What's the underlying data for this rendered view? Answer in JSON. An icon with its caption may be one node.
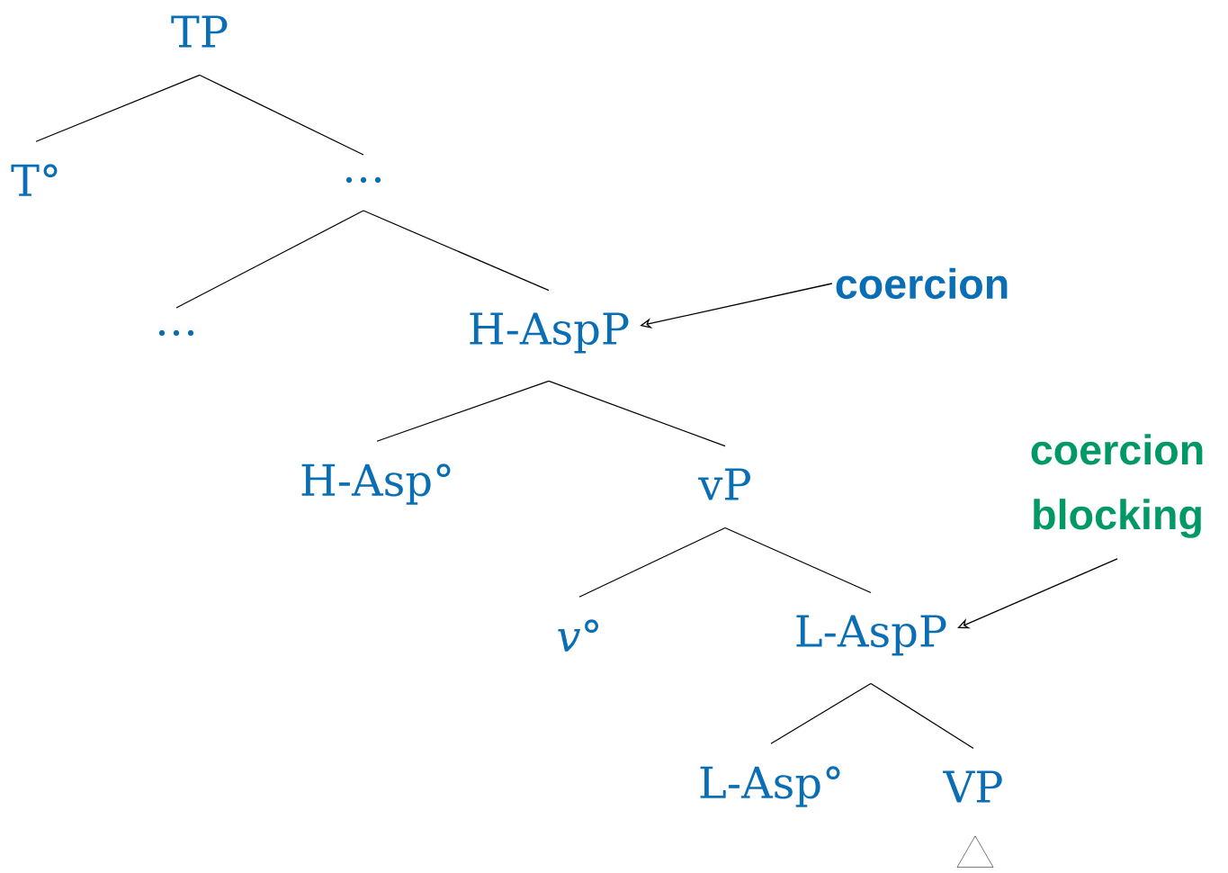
{
  "diagram": {
    "nodes": [
      {
        "text": [
          "TP"
        ]
      },
      {
        "text": [
          "T°"
        ]
      },
      {
        "text": [
          "…"
        ]
      },
      {
        "text": [
          "…"
        ]
      },
      {
        "text": [
          "H-AspP"
        ]
      },
      {
        "text": [
          "H-Asp°"
        ]
      },
      {
        "text": [
          "vP"
        ]
      },
      {
        "text": [
          "*v*°"
        ]
      },
      {
        "text": [
          "L-AspP"
        ]
      },
      {
        "text": [
          "L-Asp°"
        ]
      },
      {
        "text": [
          "VP"
        ]
      },
      {
        "text": [],
        "shape": "triangle"
      },
      {
        "text": [
          "coercion"
        ]
      },
      {
        "text": [
          "coercion blocking"
        ]
      }
    ],
    "edges": [
      {
        "from": 0,
        "to": 1,
        "arrow": "none"
      },
      {
        "from": 0,
        "to": 2,
        "arrow": "none"
      },
      {
        "from": 2,
        "to": 3,
        "arrow": "none"
      },
      {
        "from": 2,
        "to": 4,
        "arrow": "none"
      },
      {
        "from": 4,
        "to": 5,
        "arrow": "none"
      },
      {
        "from": 4,
        "to": 6,
        "arrow": "none"
      },
      {
        "from": 6,
        "to": 7,
        "arrow": "none"
      },
      {
        "from": 6,
        "to": 8,
        "arrow": "none"
      },
      {
        "from": 8,
        "to": 9,
        "arrow": "none"
      },
      {
        "from": 8,
        "to": 10,
        "arrow": "none"
      },
      {
        "from": 12,
        "to": 4,
        "arrow": "to"
      },
      {
        "from": 13,
        "to": 8,
        "arrow": "to"
      }
    ]
  }
}
